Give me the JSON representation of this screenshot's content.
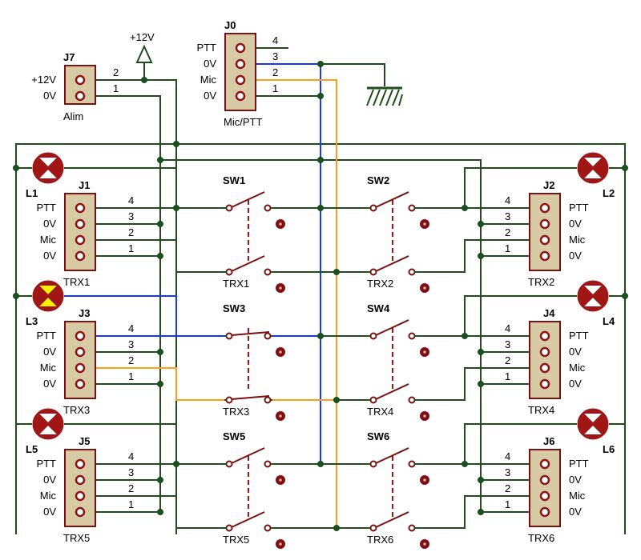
{
  "colors": {
    "wire": "#1f4e1b",
    "blue": "#1437ff",
    "orange": "#ff9f17",
    "component": "#7a1010",
    "connector_fill": "#d7caa5",
    "pin_ring": "#8a1512",
    "led_red": "#a01616",
    "led_yellow": "#f5f200",
    "dot": "#1b4f1b",
    "switch_dash": "#a01616"
  },
  "power": {
    "label": "+12V",
    "symbol": "power-triangle"
  },
  "ground": {
    "symbol": "ground-hatch"
  },
  "j7": {
    "ref": "J7",
    "name": "Alim",
    "labels": [
      "+12V",
      "0V"
    ],
    "pins": [
      "2",
      "1"
    ]
  },
  "j0": {
    "ref": "J0",
    "name": "Mic/PTT",
    "labels": [
      "PTT",
      "0V",
      "Mic",
      "0V"
    ],
    "pins": [
      "4",
      "3",
      "2",
      "1"
    ]
  },
  "connectors": [
    {
      "ref": "J1",
      "name": "TRX1",
      "labels": [
        "PTT",
        "0V",
        "Mic",
        "0V"
      ],
      "pins": [
        "4",
        "3",
        "2",
        "1"
      ]
    },
    {
      "ref": "J2",
      "name": "TRX2",
      "labels": [
        "PTT",
        "0V",
        "Mic",
        "0V"
      ],
      "pins": [
        "4",
        "3",
        "2",
        "1"
      ]
    },
    {
      "ref": "J3",
      "name": "TRX3",
      "labels": [
        "PTT",
        "0V",
        "Mic",
        "0V"
      ],
      "pins": [
        "4",
        "3",
        "2",
        "1"
      ]
    },
    {
      "ref": "J4",
      "name": "TRX4",
      "labels": [
        "PTT",
        "0V",
        "Mic",
        "0V"
      ],
      "pins": [
        "4",
        "3",
        "2",
        "1"
      ]
    },
    {
      "ref": "J5",
      "name": "TRX5",
      "labels": [
        "PTT",
        "0V",
        "Mic",
        "0V"
      ],
      "pins": [
        "4",
        "3",
        "2",
        "1"
      ]
    },
    {
      "ref": "J6",
      "name": "TRX6",
      "labels": [
        "PTT",
        "0V",
        "Mic",
        "0V"
      ],
      "pins": [
        "4",
        "3",
        "2",
        "1"
      ]
    }
  ],
  "switches": [
    {
      "ref": "SW1",
      "label": "TRX1"
    },
    {
      "ref": "SW2",
      "label": "TRX2"
    },
    {
      "ref": "SW3",
      "label": "TRX3"
    },
    {
      "ref": "SW4",
      "label": "TRX4"
    },
    {
      "ref": "SW5",
      "label": "TRX5"
    },
    {
      "ref": "SW6",
      "label": "TRX6"
    }
  ],
  "lamps": [
    {
      "ref": "L1",
      "state": "off"
    },
    {
      "ref": "L2",
      "state": "off"
    },
    {
      "ref": "L3",
      "state": "on"
    },
    {
      "ref": "L4",
      "state": "off"
    },
    {
      "ref": "L5",
      "state": "off"
    },
    {
      "ref": "L6",
      "state": "off"
    }
  ]
}
